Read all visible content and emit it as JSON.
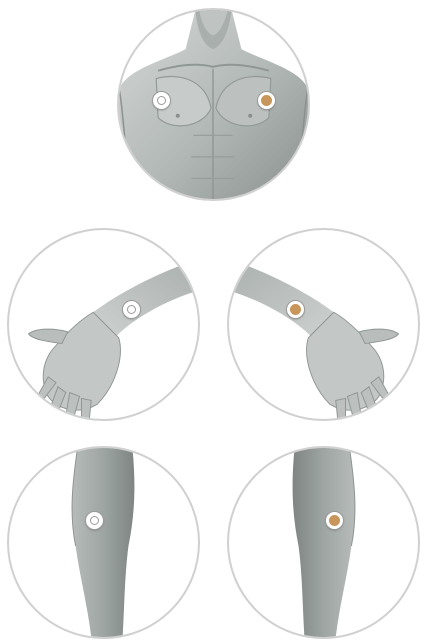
{
  "colors": {
    "skin_light": "#c4c9c7",
    "skin_mid": "#a3aaa8",
    "skin_dark": "#7d8482",
    "marker_filled": "#c8955a",
    "marker_empty": "#ffffff",
    "circle_border": "#d0d0d0"
  },
  "panels": [
    {
      "region": "chest",
      "markers": [
        "empty",
        "filled"
      ]
    },
    {
      "region": "right-wrist",
      "markers": [
        "empty"
      ]
    },
    {
      "region": "left-wrist",
      "markers": [
        "filled"
      ]
    },
    {
      "region": "right-calf",
      "markers": [
        "empty"
      ]
    },
    {
      "region": "left-calf",
      "markers": [
        "filled"
      ]
    }
  ]
}
